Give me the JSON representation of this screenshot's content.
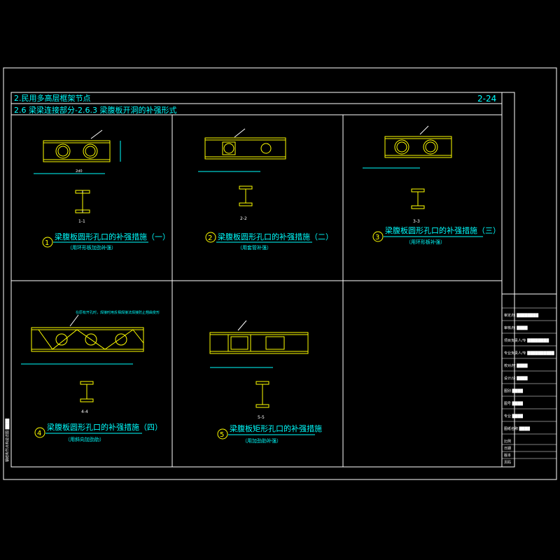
{
  "header": {
    "line1": "2.民用多高层框架节点",
    "line2": "2.6 梁梁连接部分-2.6.3 梁腹板开洞的补强形式",
    "sheet_no": "2-24"
  },
  "panels": [
    {
      "num": "1",
      "title": "梁腹板圆形孔口的补强措施（一）",
      "subtitle": "（用环形板加劲补强）",
      "section": "1-1"
    },
    {
      "num": "2",
      "title": "梁腹板圆形孔口的补强措施（二）",
      "subtitle": "（用套管补强）",
      "section": "2-2"
    },
    {
      "num": "3",
      "title": "梁腹板圆形孔口的补强措施（三）",
      "subtitle": "（用环形板补强）",
      "section": "3-3"
    },
    {
      "num": "4",
      "title": "梁腹板圆形孔口的补强措施（四）",
      "subtitle": "（用斜向加劲肋）",
      "section": "4-4"
    },
    {
      "num": "5",
      "title": "梁腹板矩形孔口的补强措施",
      "subtitle": "（用加劲肋补强）",
      "section": "5-5"
    }
  ],
  "labels": {
    "panel1_width": "2d0",
    "panel4_note": "在原有开孔时，焊接时用反相焊接法焊接防止翘曲变形"
  },
  "title_block": {
    "rows": [
      "审定/核 ████████",
      "审核/核 ████",
      "项目负责人/专 ████████",
      "专业负责人/专 ██████████",
      "校对/校 ████",
      "设计/设 ████",
      "图别 ████",
      "图号 ████",
      "专业 ████",
      "图纸名称 ████"
    ],
    "bottom": [
      "比例",
      "日期",
      "版本",
      "页码"
    ]
  },
  "side_note": "钢结构节点构造详图 ████"
}
